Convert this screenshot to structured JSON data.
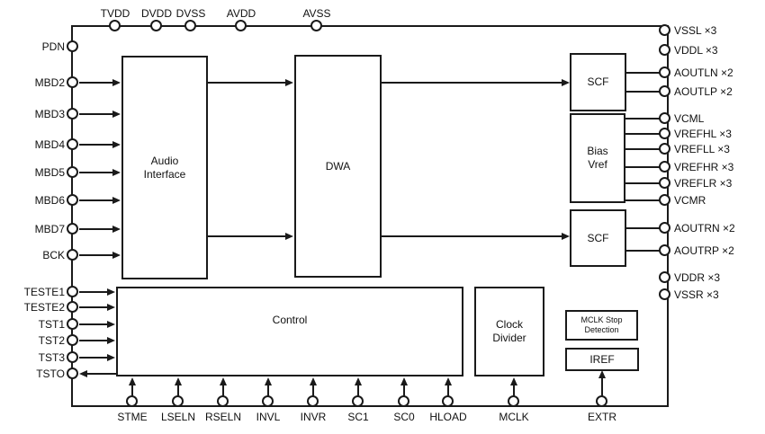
{
  "figure": {
    "kind": "chip-block-diagram"
  },
  "colors": {
    "line": "#1a1a1a",
    "background": "#ffffff",
    "text": "#111111"
  },
  "blocks": {
    "audio_interface": {
      "label": "Audio\nInterface"
    },
    "dwa": {
      "label": "DWA"
    },
    "scf_left": {
      "label": "SCF"
    },
    "bias_vref": {
      "label": "Bias\nVref"
    },
    "scf_right": {
      "label": "SCF"
    },
    "control": {
      "label": "Control"
    },
    "clock_divider": {
      "label": "Clock\nDivider"
    },
    "mclk_stop_detection": {
      "label": "MCLK Stop\nDetection"
    },
    "iref": {
      "label": "IREF"
    }
  },
  "pins": {
    "top": [
      {
        "label": "TVDD"
      },
      {
        "label": "DVDD"
      },
      {
        "label": "DVSS"
      },
      {
        "label": "AVDD"
      },
      {
        "label": "AVSS"
      }
    ],
    "left": [
      {
        "label": "PDN"
      },
      {
        "label": "MBD2"
      },
      {
        "label": "MBD3"
      },
      {
        "label": "MBD4"
      },
      {
        "label": "MBD5"
      },
      {
        "label": "MBD6"
      },
      {
        "label": "MBD7"
      },
      {
        "label": "BCK"
      },
      {
        "label": "TESTE1"
      },
      {
        "label": "TESTE2"
      },
      {
        "label": "TST1"
      },
      {
        "label": "TST2"
      },
      {
        "label": "TST3"
      },
      {
        "label": "TSTO"
      }
    ],
    "right": [
      {
        "label": "VSSL ×3"
      },
      {
        "label": "VDDL ×3"
      },
      {
        "label": "AOUTLN ×2"
      },
      {
        "label": "AOUTLP ×2"
      },
      {
        "label": "VCML"
      },
      {
        "label": "VREFHL ×3"
      },
      {
        "label": "VREFLL ×3"
      },
      {
        "label": "VREFHR ×3"
      },
      {
        "label": "VREFLR ×3"
      },
      {
        "label": "VCMR"
      },
      {
        "label": "AOUTRN ×2"
      },
      {
        "label": "AOUTRP ×2"
      },
      {
        "label": "VDDR ×3"
      },
      {
        "label": "VSSR ×3"
      }
    ],
    "bottom": [
      {
        "label": "STME"
      },
      {
        "label": "LSELN"
      },
      {
        "label": "RSELN"
      },
      {
        "label": "INVL"
      },
      {
        "label": "INVR"
      },
      {
        "label": "SC1"
      },
      {
        "label": "SC0"
      },
      {
        "label": "HLOAD"
      },
      {
        "label": "MCLK"
      },
      {
        "label": "EXTR"
      }
    ]
  }
}
